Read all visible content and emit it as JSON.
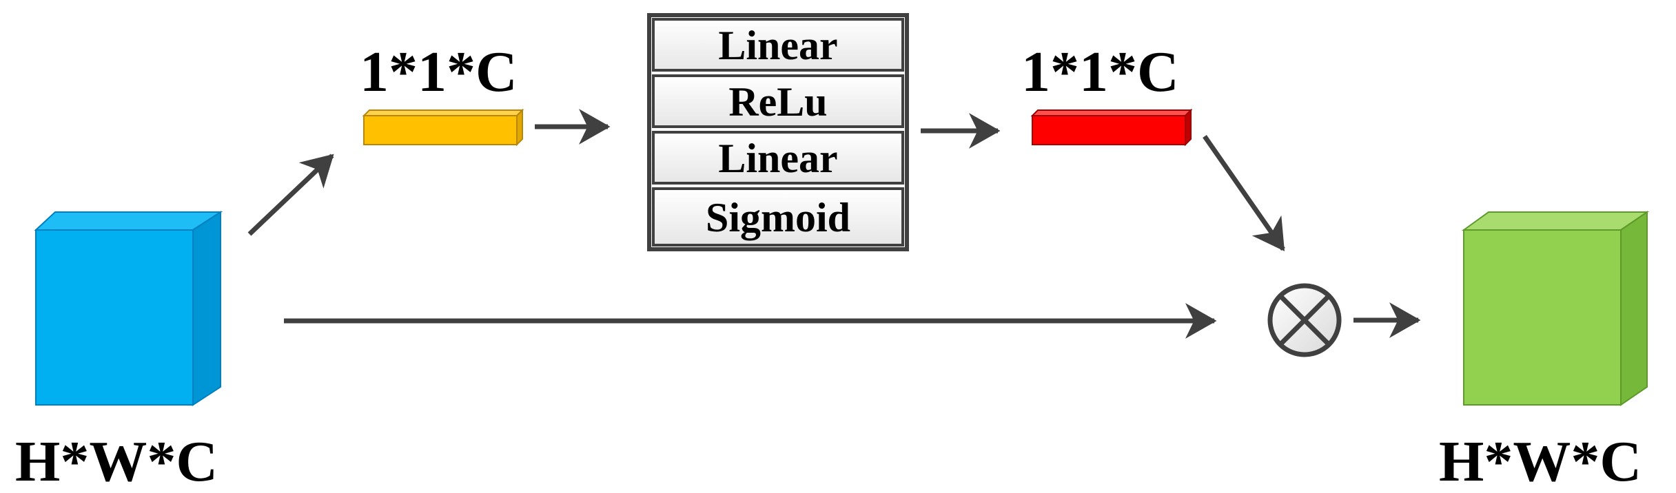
{
  "input": {
    "label": "H*W*C",
    "color_front": "#00B0F0",
    "color_top": "#1FBDF5",
    "color_side": "#0096D6"
  },
  "pooled": {
    "label": "1*1*C",
    "color": "#FFC000",
    "color_top": "#FFD24D",
    "color_side": "#E0A800"
  },
  "excitation": {
    "layers": [
      "Linear",
      "ReLu",
      "Linear",
      "Sigmoid"
    ]
  },
  "weights": {
    "label": "1*1*C",
    "color": "#FF0000",
    "color_top": "#FF5050",
    "color_side": "#C00000"
  },
  "output": {
    "label": "H*W*C",
    "color_front": "#92D050",
    "color_top": "#A9DC6E",
    "color_side": "#76B83A"
  },
  "operator": {
    "symbol": "multiply"
  },
  "colors": {
    "arrow": "#404040",
    "stack_fill": "#F2F2F2",
    "stack_border": "#404040"
  }
}
